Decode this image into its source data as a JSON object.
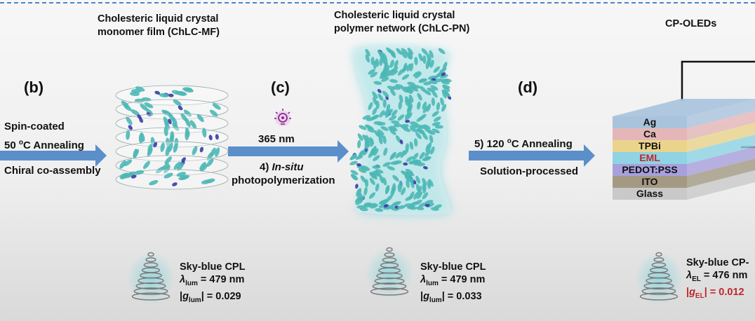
{
  "titles": {
    "monomer": [
      "Cholesteric liquid crystal",
      "monomer film (ChLC-MF)"
    ],
    "polymer": [
      "Cholesteric liquid crystal",
      "polymer network (ChLC-PN)"
    ],
    "oled": "CP-OLEDs"
  },
  "panels": {
    "b": "(b)",
    "c": "(c)",
    "d": "(d)"
  },
  "step_b": {
    "line1": "Spin-coated",
    "line2_prefix": "50 ",
    "line2_sup": "o",
    "line2_suffix": "C Annealing",
    "line3": "Chiral co-assembly"
  },
  "step_c": {
    "wavelength": "365 nm",
    "prefix": "4) ",
    "italic": "In-situ",
    "line2": "photopolymerization"
  },
  "step_d": {
    "prefix": "5) 120 ",
    "sup": "o",
    "suffix": "C Annealing",
    "line2": "Solution-processed"
  },
  "device_layers": [
    {
      "name": "Ag",
      "color": "#a9c3dd"
    },
    {
      "name": "Ca",
      "color": "#e5b6b8"
    },
    {
      "name": "TPBi",
      "color": "#ead48c"
    },
    {
      "name": "EML",
      "color": "#8fd3e4"
    },
    {
      "name": "PEDOT:PSS",
      "color": "#a8a0dc"
    },
    {
      "name": "ITO",
      "color": "#a49a84"
    },
    {
      "name": "Glass",
      "color": "#c9c9c9"
    }
  ],
  "cpl": [
    {
      "title": "Sky-blue CPL",
      "sym": "λ",
      "sub": "lum",
      "value": " = 479 nm",
      "g_sub": "lum",
      "g_value": "| = 0.029"
    },
    {
      "title": "Sky-blue CPL",
      "sym": "λ",
      "sub": "lum",
      "value": " = 479 nm",
      "g_sub": "lum",
      "g_value": "| = 0.033"
    },
    {
      "title": "Sky-blue CP-",
      "sym": "λ",
      "sub": "EL",
      "value": " = 476 nm",
      "g_sub": "EL",
      "g_value": "| = 0.012"
    }
  ],
  "colors": {
    "arrow": "#5b8fc9",
    "molecule": "#4db8b6",
    "molecule_dark": "#3a3aa8",
    "glow": "#5fd0dc",
    "accent": "#c0262c",
    "icon": "#8a2a8a"
  }
}
